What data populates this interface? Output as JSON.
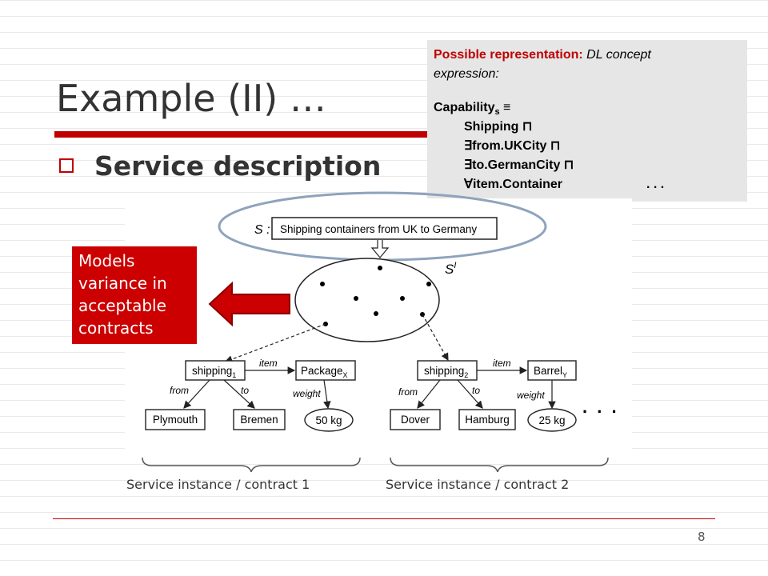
{
  "slide": {
    "title": "Example (II) …",
    "bullet": "Service description",
    "page_number": "8",
    "accent_color": "#c00000"
  },
  "representation": {
    "heading_bold": "Possible representation:",
    "heading_italic": " DL concept",
    "heading_line2": "expression:",
    "cap_word": "Capability",
    "cap_sub": "s",
    "cap_sym": " ≡",
    "line1": "Shipping ⊓",
    "line2": "∃from.UKCity ⊓",
    "line3": "∃to.GermanCity ⊓",
    "line4": "∀item.Container",
    "ellipsis": ". . ."
  },
  "callout": {
    "text": "Models variance in acceptable contracts"
  },
  "diagram": {
    "s_label": "S :",
    "s_box": "Shipping containers from UK to Germany",
    "si_label": "S",
    "si_sup": "I",
    "left": {
      "shipping": "shipping",
      "shipping_sub": "1",
      "item": "item",
      "package": "Package",
      "package_sub": "X",
      "from": "from",
      "to": "to",
      "weight": "weight",
      "origin": "Plymouth",
      "destination": "Bremen",
      "weight_value": "50 kg"
    },
    "right": {
      "shipping": "shipping",
      "shipping_sub": "2",
      "item": "item",
      "barrel": "Barrel",
      "barrel_sub": "Y",
      "from": "from",
      "to": "to",
      "weight": "weight",
      "origin": "Dover",
      "destination": "Hamburg",
      "weight_value": "25 kg"
    },
    "ellipsis": ". . ."
  },
  "captions": {
    "left": "Service instance / contract 1",
    "right": "Service instance / contract 2"
  }
}
